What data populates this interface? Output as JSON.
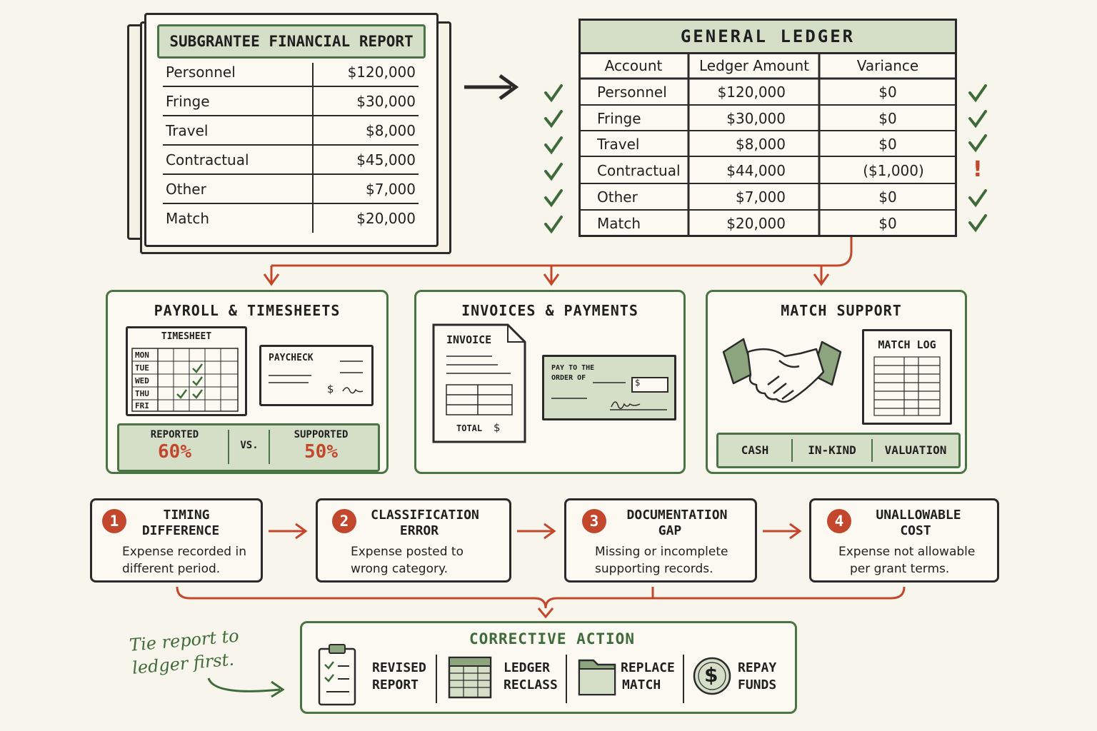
{
  "report": {
    "title": "SUBGRANTEE FINANCIAL REPORT",
    "rows": [
      {
        "label": "Personnel",
        "amount": "$120,000"
      },
      {
        "label": "Fringe",
        "amount": "$30,000"
      },
      {
        "label": "Travel",
        "amount": "$8,000"
      },
      {
        "label": "Contractual",
        "amount": "$45,000"
      },
      {
        "label": "Other",
        "amount": "$7,000"
      },
      {
        "label": "Match",
        "amount": "$20,000"
      }
    ]
  },
  "ledger": {
    "title": "GENERAL LEDGER",
    "headers": [
      "Account",
      "Ledger Amount",
      "Variance"
    ],
    "rows": [
      {
        "account": "Personnel",
        "amount": "$120,000",
        "variance": "$0",
        "status": "ok"
      },
      {
        "account": "Fringe",
        "amount": "$30,000",
        "variance": "$0",
        "status": "ok"
      },
      {
        "account": "Travel",
        "amount": "$8,000",
        "variance": "$0",
        "status": "ok"
      },
      {
        "account": "Contractual",
        "amount": "$44,000",
        "variance": "($1,000)",
        "status": "flag"
      },
      {
        "account": "Other",
        "amount": "$7,000",
        "variance": "$0",
        "status": "ok"
      },
      {
        "account": "Match",
        "amount": "$20,000",
        "variance": "$0",
        "status": "ok"
      }
    ],
    "flag_mark": "!"
  },
  "support": {
    "payroll": {
      "title": "PAYROLL & TIMESHEETS",
      "timesheet_label": "TIMESHEET",
      "days": [
        "MON",
        "TUE",
        "WED",
        "THU",
        "FRI"
      ],
      "paycheck_label": "PAYCHECK",
      "paycheck_sign": "$",
      "reported_label": "REPORTED",
      "reported_value": "60%",
      "vs": "VS.",
      "supported_label": "SUPPORTED",
      "supported_value": "50%"
    },
    "invoices": {
      "title": "INVOICES & PAYMENTS",
      "invoice_label": "INVOICE",
      "total_label": "TOTAL",
      "total_sign": "$",
      "check_pay_line1": "PAY TO THE",
      "check_pay_line2": "ORDER OF",
      "check_sign": "$"
    },
    "match": {
      "title": "MATCH SUPPORT",
      "log_label": "MATCH LOG",
      "types": [
        "CASH",
        "IN-KIND",
        "VALUATION"
      ]
    }
  },
  "causes": [
    {
      "num": "1",
      "title1": "TIMING",
      "title2": "DIFFERENCE",
      "desc1": "Expense recorded in",
      "desc2": "different period."
    },
    {
      "num": "2",
      "title1": "CLASSIFICATION",
      "title2": "ERROR",
      "desc1": "Expense posted to",
      "desc2": "wrong category."
    },
    {
      "num": "3",
      "title1": "DOCUMENTATION",
      "title2": "GAP",
      "desc1": "Missing or incomplete",
      "desc2": "supporting records."
    },
    {
      "num": "4",
      "title1": "UNALLOWABLE",
      "title2": "COST",
      "desc1": "Expense not allowable",
      "desc2": "per grant terms."
    }
  ],
  "corrective": {
    "title": "CORRECTIVE ACTION",
    "actions": [
      {
        "line1": "REVISED",
        "line2": "REPORT"
      },
      {
        "line1": "LEDGER",
        "line2": "RECLASS"
      },
      {
        "line1": "REPLACE",
        "line2": "MATCH"
      },
      {
        "line1": "REPAY",
        "line2": "FUNDS"
      }
    ],
    "repay_sign": "$"
  },
  "note": {
    "line1": "Tie report to",
    "line2": "ledger first."
  },
  "colors": {
    "red": "#c2472c",
    "green": "#4a7446",
    "lightgreen": "#d5dfc8",
    "ink": "#2a2a2a"
  }
}
